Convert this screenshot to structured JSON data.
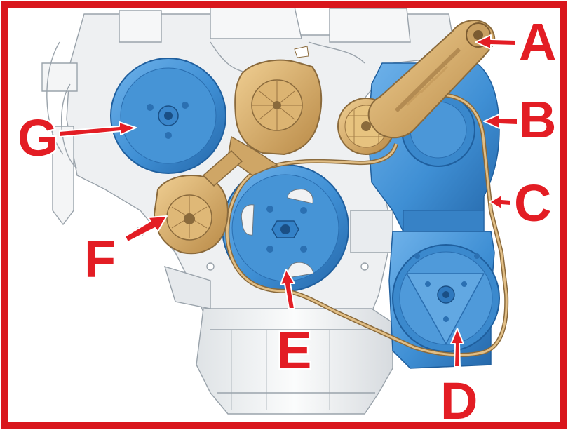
{
  "colors": {
    "frame": "#d9161c",
    "callout": "#e31d24",
    "component_blue": "#3f8fd4",
    "component_blue_dark": "#1f5f9e",
    "tensioner_tan": "#d8b170",
    "belt": "#b8935a",
    "engine_line": "#9aa3ab",
    "engine_fill": "#eef0f2"
  },
  "labels": {
    "a": "A",
    "b": "B",
    "c": "C",
    "d": "D",
    "e": "E",
    "f": "F",
    "g": "G"
  }
}
